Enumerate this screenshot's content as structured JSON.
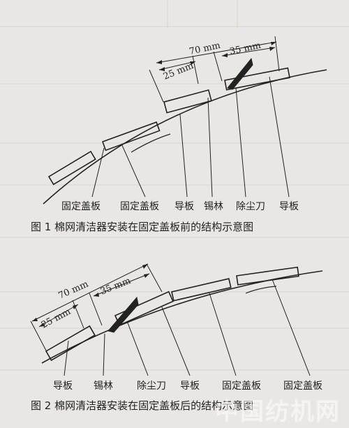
{
  "figure1": {
    "dims": {
      "total": "70 mm",
      "blade": "35 mm",
      "left": "25 mm"
    },
    "labels": [
      "固定盖板",
      "固定盖板",
      "导板",
      "锡林",
      "除尘刀",
      "导板"
    ],
    "caption": "图 1   棉网清洁器安装在固定盖板前的结构示意图"
  },
  "figure2": {
    "dims": {
      "total": "70 mm",
      "blade": "35 mm",
      "left": "25 mm"
    },
    "labels": [
      "导板",
      "锡林",
      "除尘刀",
      "导板",
      "固定盖板",
      "固定盖板"
    ],
    "caption": "图 2   棉网清洁器安装在固定盖板后的结构示意图"
  },
  "watermark": "中国纺机网"
}
